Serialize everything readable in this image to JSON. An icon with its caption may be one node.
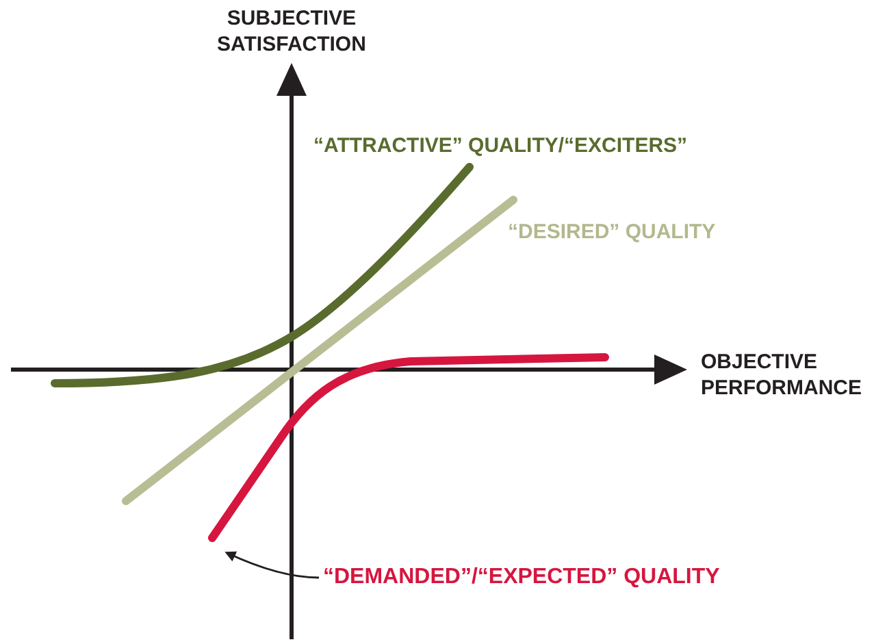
{
  "diagram": {
    "nodes": [
      {
        "text": [
          "“DEMANDED”/“EXPECTED” QUALITY"
        ]
      },
      {
        "text": [],
        "shape": "curve"
      }
    ],
    "edges": [
      {
        "from": 0,
        "to": 1,
        "arrow": "to"
      }
    ],
    "labels": [
      "SUBJECTIVE SATISFACTION",
      "“ATTRACTIVE” QUALITY/“EXCITERS”",
      "“DESIRED” QUALITY",
      "OBJECTIVE PERFORMANCE"
    ]
  }
}
